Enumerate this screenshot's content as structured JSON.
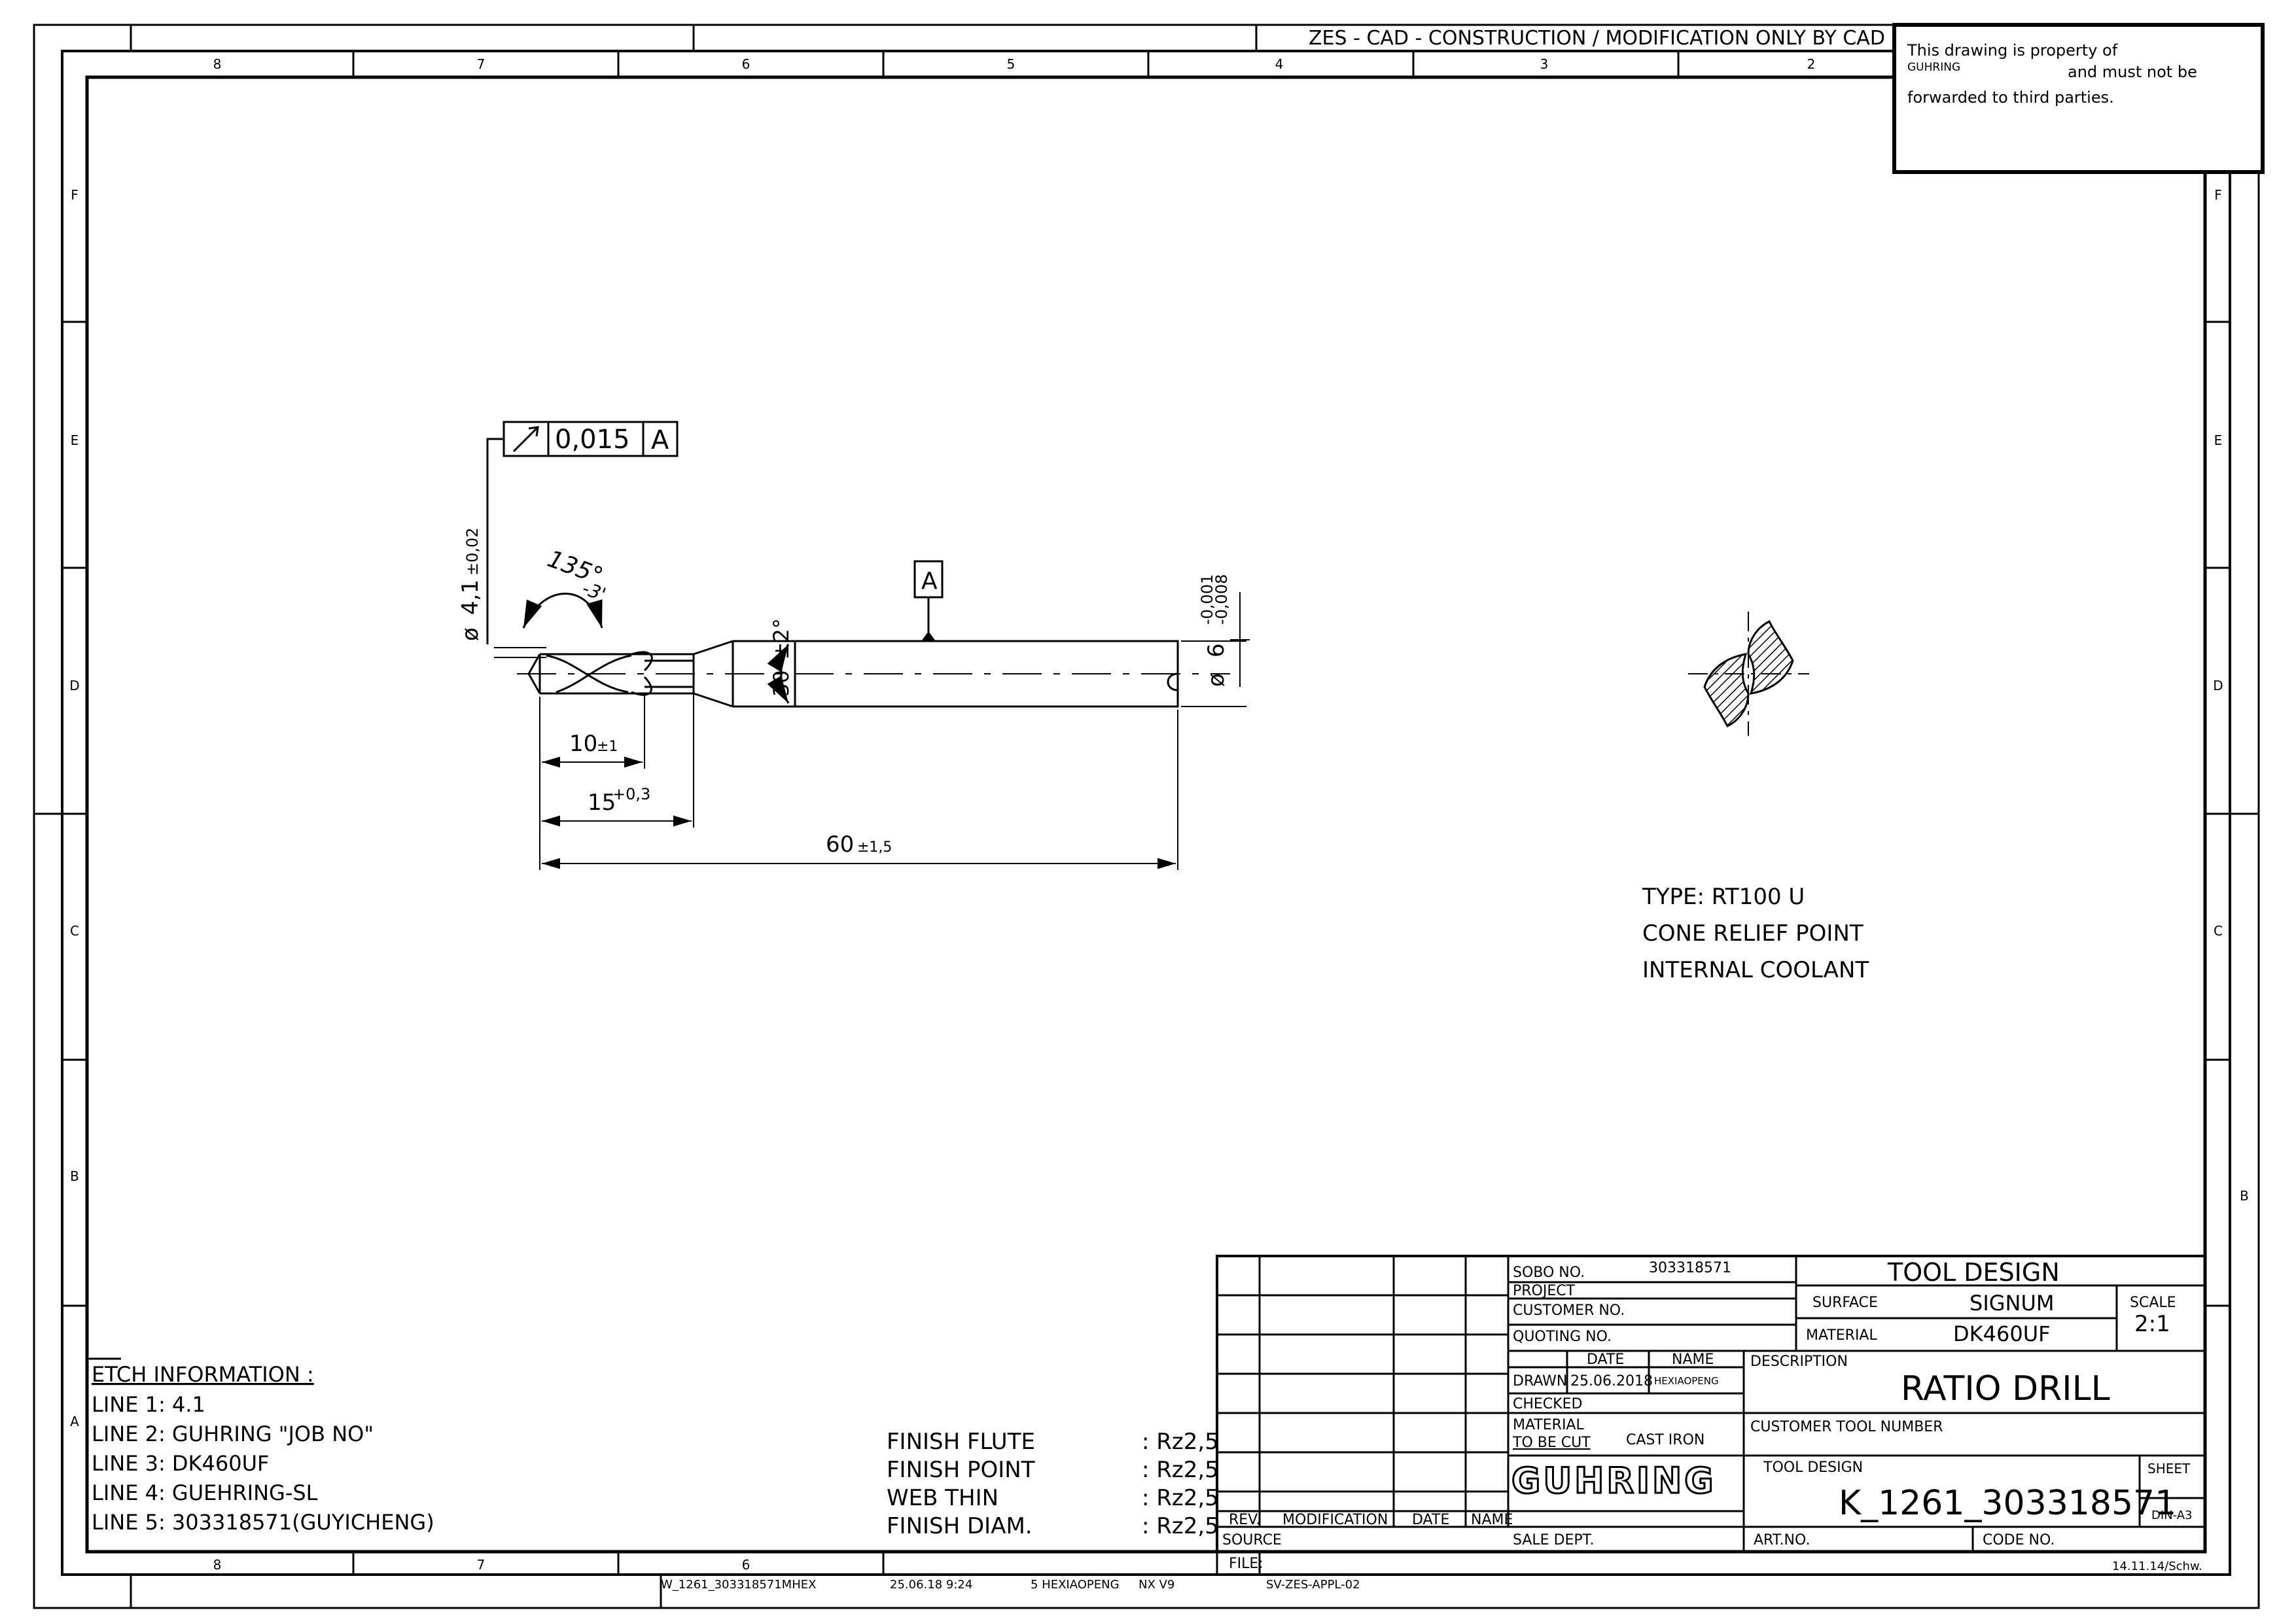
{
  "top_banner": "ZES - CAD - CONSTRUCTION / MODIFICATION ONLY BY CAD",
  "property_notice": {
    "line1": "This drawing is property of",
    "company": "GUHRING",
    "line2": "and must not be",
    "line3": "forwarded to third parties."
  },
  "zones_top": [
    "8",
    "7",
    "6",
    "5",
    "4",
    "3",
    "2"
  ],
  "zones_bottom": [
    "8",
    "7",
    "6"
  ],
  "zones_side_left": [
    "F",
    "E",
    "D",
    "C",
    "B",
    "A"
  ],
  "zones_side_right": [
    "F",
    "E",
    "D",
    "C",
    "B"
  ],
  "dimensions": {
    "runout_value": "0,015",
    "runout_datum": "A",
    "datum_label": "A",
    "point_angle": "135°",
    "point_angle_tol": "-3'",
    "dia_small_symbol": "ø",
    "dia_small": "4,1",
    "dia_small_tol": "±0,02",
    "cone_angle": "30°±2°",
    "dia_shank_symbol": "ø",
    "dia_shank": "6",
    "dia_shank_tol_upper": "-0,001",
    "dia_shank_tol_lower": "-0,008",
    "len_10": "10",
    "len_10_tol": "±1",
    "len_15": "15",
    "len_15_tol": "+0,3",
    "len_60": "60",
    "len_60_tol": "±1,5"
  },
  "tool_notes": [
    "TYPE: RT100 U",
    "CONE RELIEF POINT",
    "INTERNAL COOLANT"
  ],
  "etch": {
    "title": "ETCH INFORMATION :",
    "lines": [
      "LINE 1: 4.1",
      "LINE 2: GUHRING \"JOB NO\"",
      "LINE 3: DK460UF",
      "LINE 4: GUEHRING-SL",
      "LINE 5: 303318571(GUYICHENG)"
    ]
  },
  "finish": [
    {
      "label": "FINISH FLUTE",
      "value": ": Rz2,5"
    },
    {
      "label": "FINISH POINT",
      "value": ": Rz2,5"
    },
    {
      "label": "WEB THIN",
      "value": ": Rz2,5"
    },
    {
      "label": "FINISH DIAM.",
      "value": ": Rz2,5"
    }
  ],
  "revision_headers": {
    "rev": "REV.",
    "modification": "MODIFICATION",
    "date": "DATE",
    "name": "NAME"
  },
  "title_block": {
    "sobo_label": "SOBO NO.",
    "sobo_value": "303318571",
    "project_label": "PROJECT",
    "customer_no_label": "CUSTOMER NO.",
    "quoting_no_label": "QUOTING NO.",
    "date_header": "DATE",
    "name_header": "NAME",
    "drawn_label": "DRAWN",
    "drawn_date": "25.06.2018",
    "drawn_name": "HEXIAOPENG",
    "checked_label": "CHECKED",
    "material_cut_label1": "MATERIAL",
    "material_cut_label2": "TO BE CUT",
    "material_cut_value": "CAST IRON",
    "logo": "GUHRING",
    "source_label": "SOURCE",
    "file_label": "FILE:",
    "sale_dept_label": "SALE DEPT.",
    "design_header": "TOOL DESIGN",
    "surface_label": "SURFACE",
    "surface_value": "SIGNUM",
    "material_label": "MATERIAL",
    "material_value": "DK460UF",
    "scale_label": "SCALE",
    "scale_value": "2:1",
    "description_label": "DESCRIPTION",
    "description_value": "RATIO DRILL",
    "customer_tool_label": "CUSTOMER TOOL NUMBER",
    "tool_design_label": "TOOL DESIGN",
    "tool_design_value": "K_1261_303318571",
    "sheet_label": "SHEET",
    "format_value": "DIN-A3",
    "artno_label": "ART.NO.",
    "code_label": "CODE NO.",
    "template_version": "14.11.14/Schw."
  },
  "bottom_strip": {
    "file_name": "W_1261_303318571MHEX",
    "timestamp": "25.06.18  9:24",
    "user": "5 HEXIAOPENG",
    "cad": "NX V9",
    "file_ref": "SV-ZES-APPL-02"
  }
}
